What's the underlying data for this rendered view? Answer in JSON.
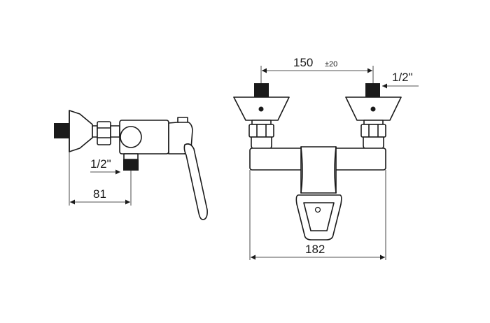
{
  "side_view": {
    "thread_label": "1/2\"",
    "depth_dimension": "81"
  },
  "front_view": {
    "centers_dimension": "150",
    "centers_tolerance": "±20",
    "thread_label": "1/2\"",
    "overall_width_dimension": "182"
  },
  "colors": {
    "line": "#1a1a1a",
    "background": "#ffffff"
  }
}
